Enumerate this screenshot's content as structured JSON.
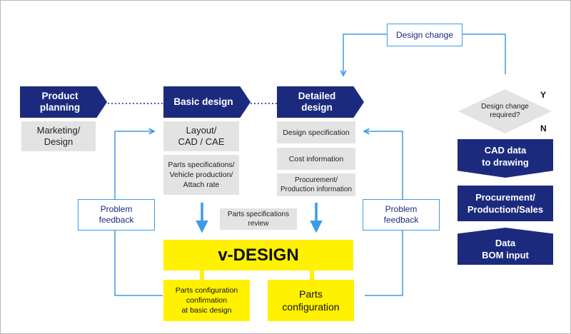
{
  "stages": {
    "product_planning": "Product\nplanning",
    "basic_design": "Basic design",
    "detailed_design": "Detailed\ndesign"
  },
  "boxes": {
    "marketing": "Marketing/\nDesign",
    "layout": "Layout/\nCAD / CAE",
    "parts_specs": "Parts specifications/\nVehicle production/\nAttach rate",
    "design_spec": "Design specification",
    "cost_info": "Cost information",
    "procurement_info": "Procurement/\nProduction information",
    "parts_spec_review": "Parts specifications\nreview"
  },
  "feedback": {
    "left": "Problem\nfeedback",
    "right": "Problem\nfeedback",
    "design_change": "Design change"
  },
  "vdesign": {
    "title": "v-DESIGN",
    "parts_conf_basic": "Parts configuration\nconfirmation\nat basic design",
    "parts_configuration": "Parts\nconfiguration"
  },
  "decision": {
    "question": "Design change\nrequired?",
    "yes": "Y",
    "no": "N"
  },
  "outputs": {
    "cad_data": "CAD data\nto drawing",
    "procurement": "Procurement/\nProduction/Sales",
    "data_bom": "Data\nBOM input"
  },
  "colors": {
    "navy": "#1c2a7e",
    "light_blue": "#3d9be9",
    "yellow": "#fff100",
    "gray": "#e3e3e3"
  }
}
